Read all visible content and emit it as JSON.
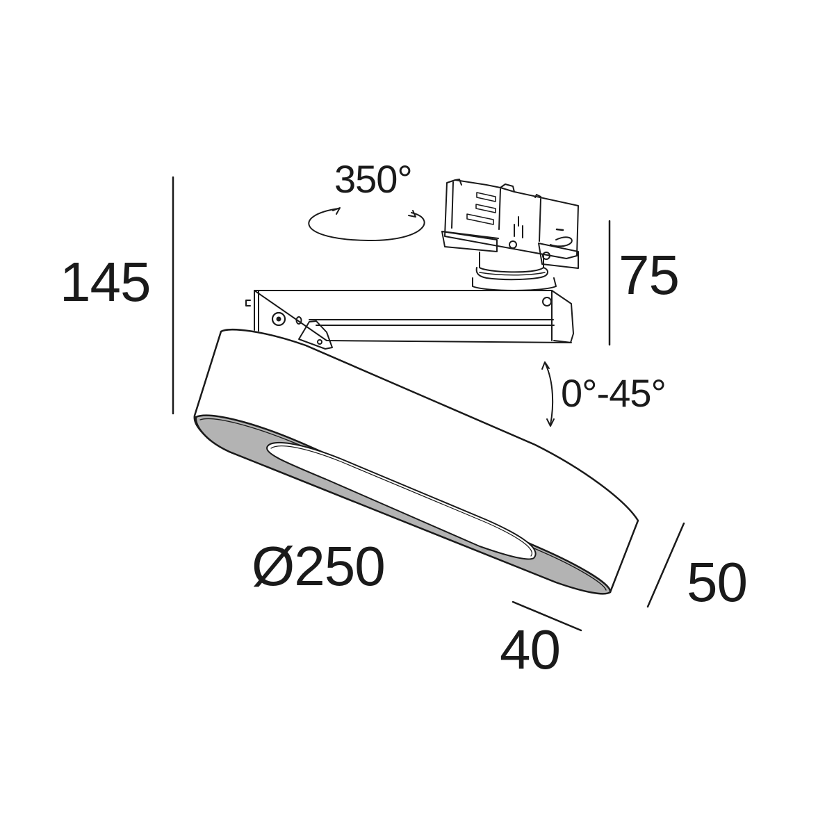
{
  "drawing": {
    "subject": "Track-mounted adjustable round downlight",
    "colors": {
      "line": "#1a1a1a",
      "reflector_ring": "#b3b3b3",
      "background": "#ffffff"
    },
    "dimensions": {
      "overall_height": "145",
      "adapter_height": "75",
      "diameter": "Ø250",
      "body_height": "50",
      "ring_depth": "40"
    },
    "rotation": {
      "horizontal": "350°",
      "tilt": "0°-45°"
    },
    "components": [
      "track-adapter",
      "rotation-collar",
      "mounting-arm",
      "pivot-knuckle",
      "luminaire-body",
      "reflector-ring",
      "lens"
    ]
  }
}
